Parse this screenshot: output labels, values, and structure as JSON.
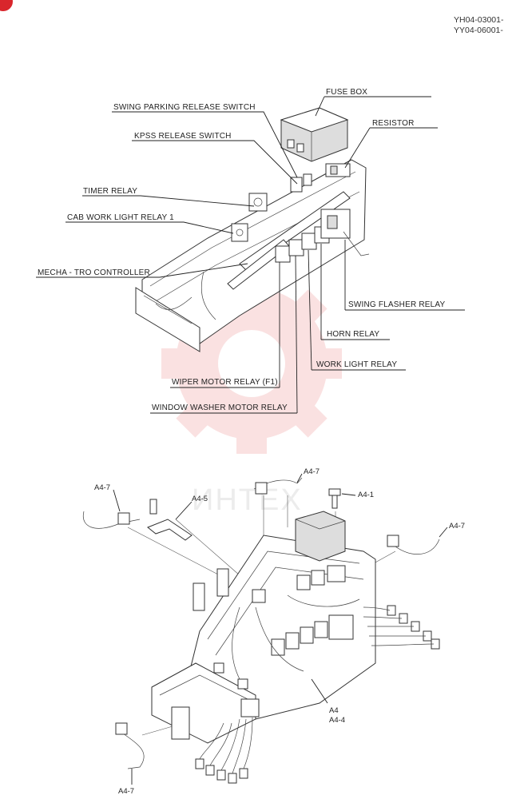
{
  "header": {
    "code_line_1": "YH04-03001-",
    "code_line_2": "YY04-06001-"
  },
  "watermark": {
    "text": "ИНТЕХ",
    "color": "#f6c9c9"
  },
  "top_diagram": {
    "labels": {
      "fuse_box": "FUSE BOX",
      "swing_parking_release_switch": "SWING PARKING RELEASE SWITCH",
      "resistor": "RESISTOR",
      "kpss_release_switch": "KPSS RELEASE SWITCH",
      "timer_relay": "TIMER RELAY",
      "cab_work_light_relay_1": "CAB WORK LIGHT RELAY 1",
      "mecha_tro_controller": "MECHA - TRO CONTROLLER",
      "swing_flasher_relay": "SWING FLASHER RELAY",
      "horn_relay": "HORN  RELAY",
      "work_light_relay": "WORK LIGHT  RELAY",
      "wiper_motor_relay": "WIPER MOTOR RELAY (F1)",
      "window_washer_motor_relay": "WINDOW WASHER MOTOR RELAY"
    }
  },
  "bottom_diagram": {
    "codes": {
      "a4_7_top": "A4-7",
      "a4_7_left": "A4-7",
      "a4_5": "A4-5",
      "a4_1": "A4-1",
      "a4_7_right": "A4-7",
      "a4": "A4",
      "a4_4": "A4-4",
      "a4_7_bottom": "A4-7"
    }
  }
}
